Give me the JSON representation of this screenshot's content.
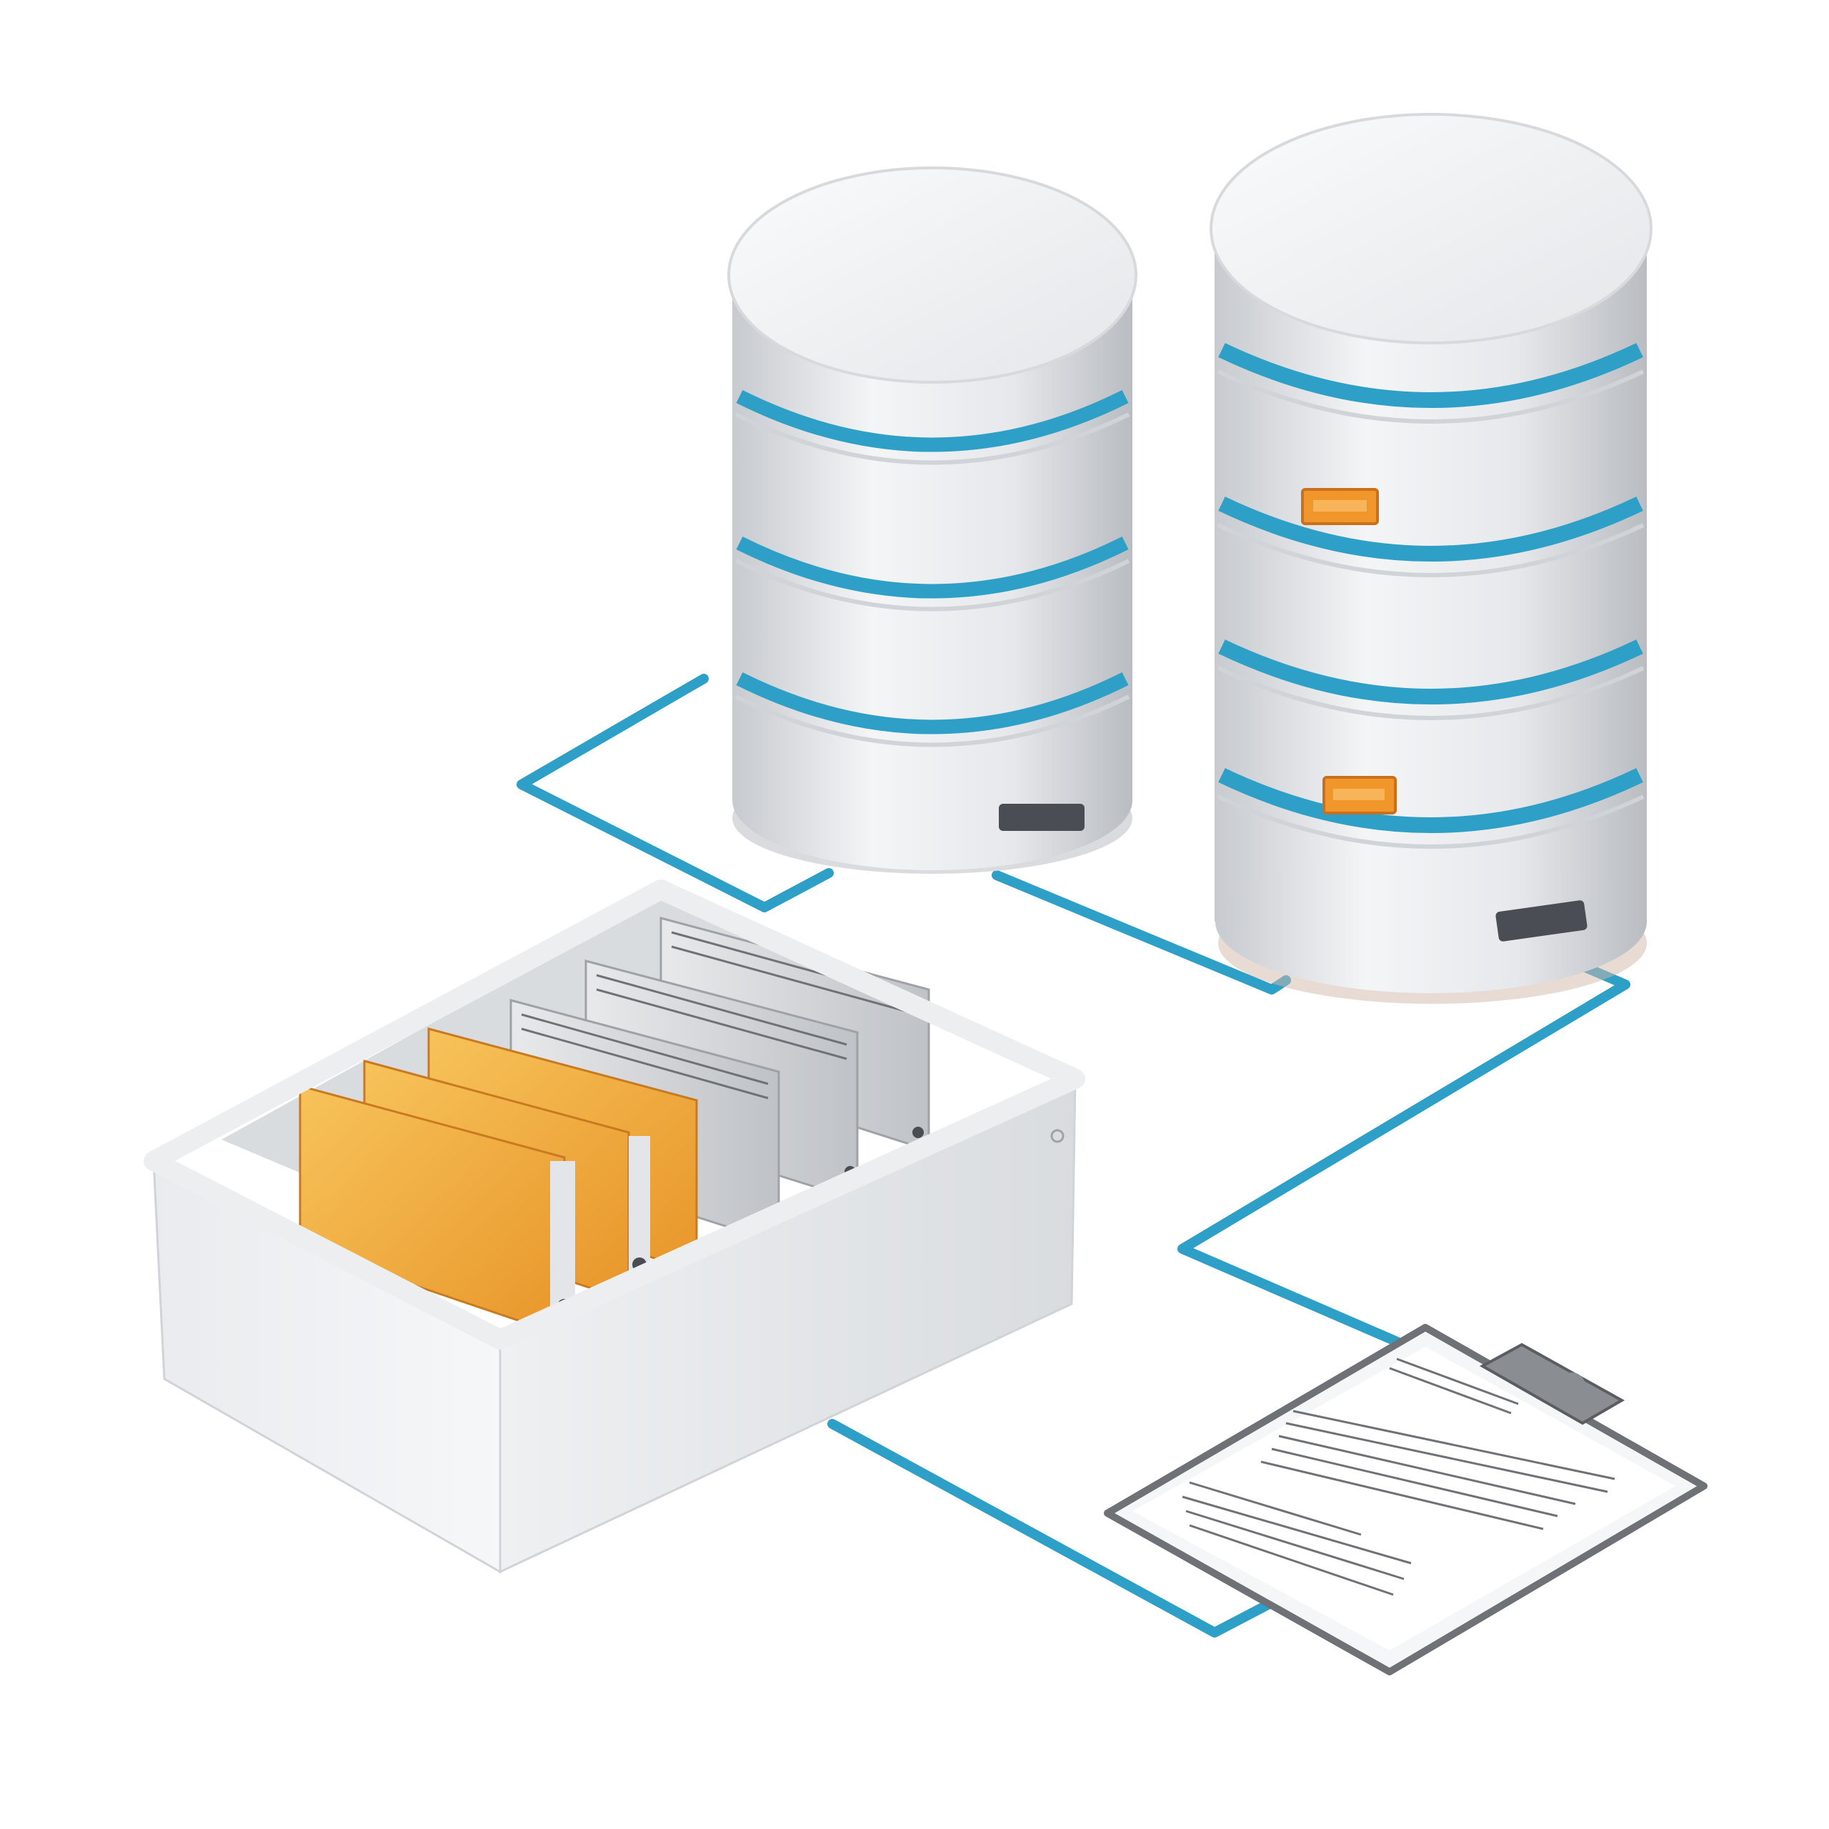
{
  "scene": {
    "background": "#ffffff",
    "colors": {
      "accent_blue": "#2e9fc6",
      "disk_white": "#f2f3f5",
      "disk_gray": "#c9ccd1",
      "folder_orange": "#f2a93a",
      "label_orange": "#f0962a",
      "binder_gray": "#d4d6da",
      "clipboard_border": "#6e7175"
    },
    "objects": [
      {
        "name": "database-cylinder-left",
        "tiers": 4
      },
      {
        "name": "database-cylinder-right",
        "tiers": 5
      },
      {
        "name": "file-storage-box",
        "contents": "folders"
      },
      {
        "name": "clipboard-document"
      }
    ],
    "icons": [
      "database-icon",
      "folder-box-icon",
      "clipboard-icon"
    ]
  }
}
